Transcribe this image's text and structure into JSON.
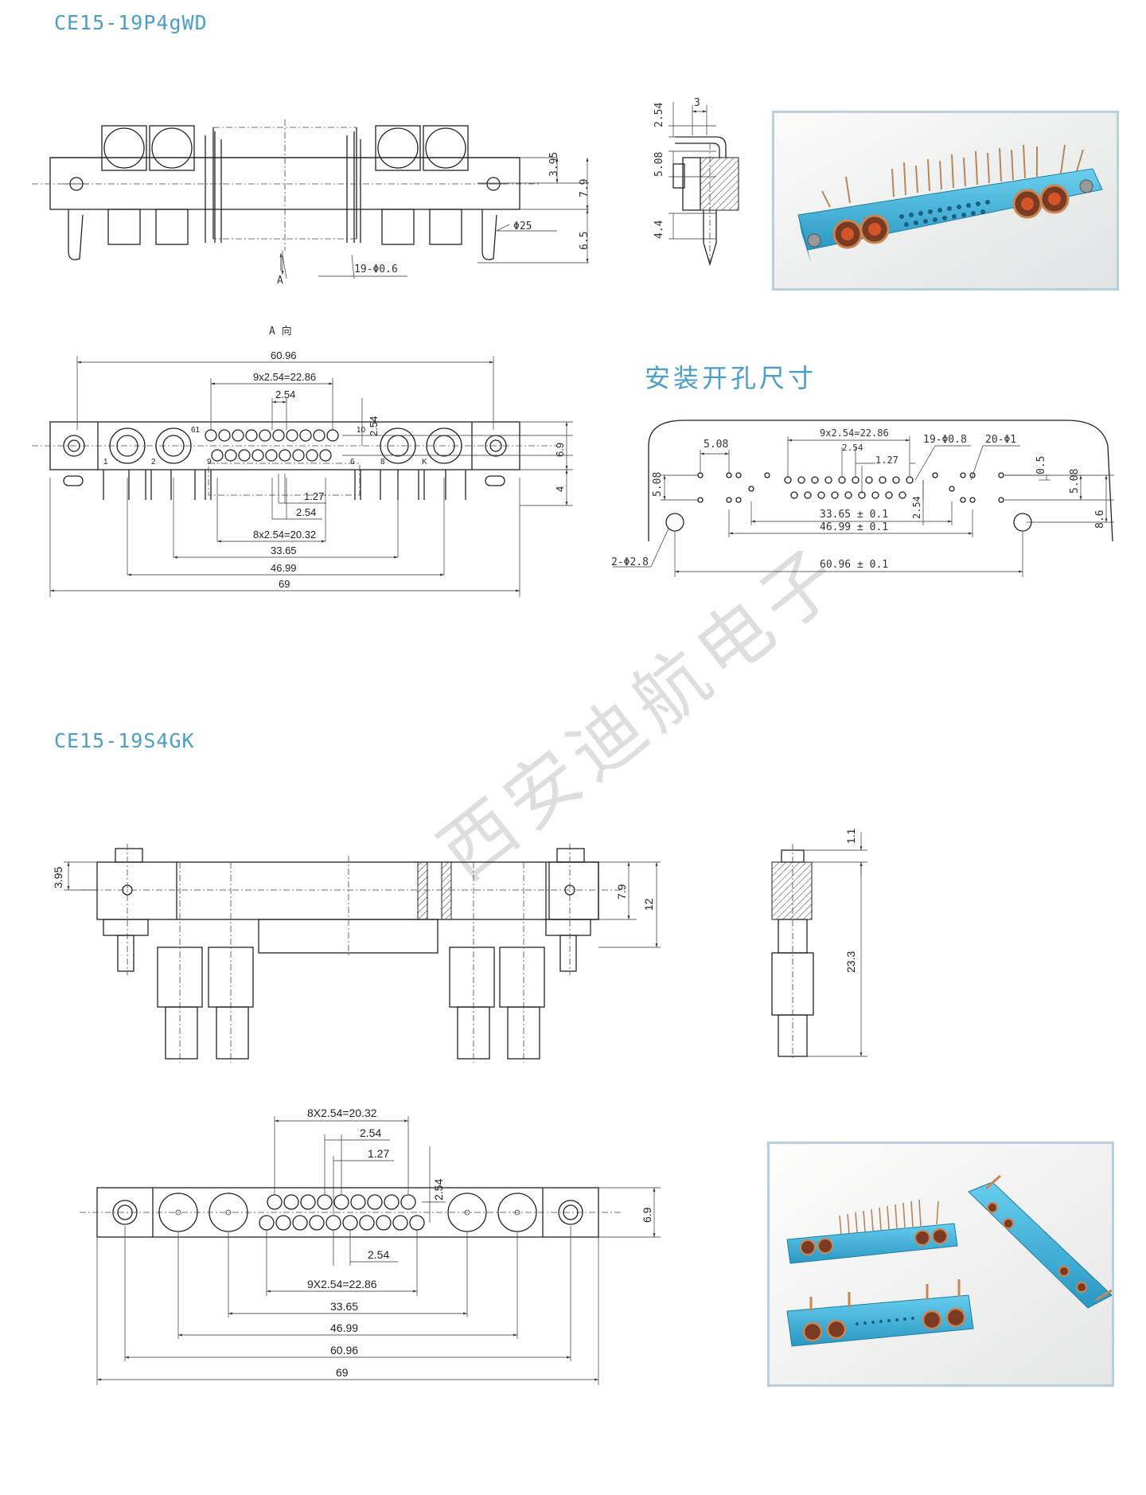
{
  "sections": [
    {
      "title": "CE15-19P4gWD"
    },
    {
      "title": "CE15-19S4GK"
    }
  ],
  "mounting_title": "安装开孔尺寸",
  "watermark": "西安迪航电子",
  "section1": {
    "side_view": {
      "view_marker": "A",
      "dims": [
        "3.95",
        "7.9",
        "6.5",
        "Φ25",
        "19-Φ0.6"
      ]
    },
    "end_view": {
      "dims": [
        "2.54",
        "3",
        "5.08",
        "4.4"
      ]
    },
    "front_view": {
      "view_label": "A 向",
      "dims_top": [
        "60.96",
        "9x2.54=22.86",
        "2.54"
      ],
      "dims_right": [
        "2.54",
        "6.9",
        "4"
      ],
      "dims_bottom": [
        "1.27",
        "2.54",
        "8x2.54=20.32",
        "33.65",
        "46.99",
        "69"
      ],
      "pin_labels": [
        "61",
        "10",
        "1",
        "9",
        "6",
        "2",
        "8",
        "K"
      ]
    },
    "mounting_holes": {
      "dims": [
        "5.08",
        "9x2.54=22.86",
        "2.54",
        "1.27",
        "19-Φ0.8",
        "20-Φ1",
        "0.5",
        "5.08",
        "5.08",
        "2.54",
        "33.65 ± 0.1",
        "46.99 ± 0.1",
        "8.6",
        "2-Φ2.8",
        "60.96 ± 0.1"
      ]
    }
  },
  "section2": {
    "side_view": {
      "dims": [
        "3.95",
        "7.9",
        "12"
      ]
    },
    "end_view": {
      "dims": [
        "1.1",
        "23.3"
      ]
    },
    "front_view": {
      "dims_top": [
        "8X2.54=20.32",
        "2.54",
        "1.27",
        "2.54"
      ],
      "dims_right": [
        "6.9"
      ],
      "dims_bottom": [
        "2.54",
        "9X2.54=22.86",
        "33.65",
        "46.99",
        "60.96",
        "69"
      ]
    }
  },
  "colors": {
    "accent": "#4a9ec9",
    "connector_body": "#3bb4da",
    "photo_border": "#b7d0e0"
  }
}
